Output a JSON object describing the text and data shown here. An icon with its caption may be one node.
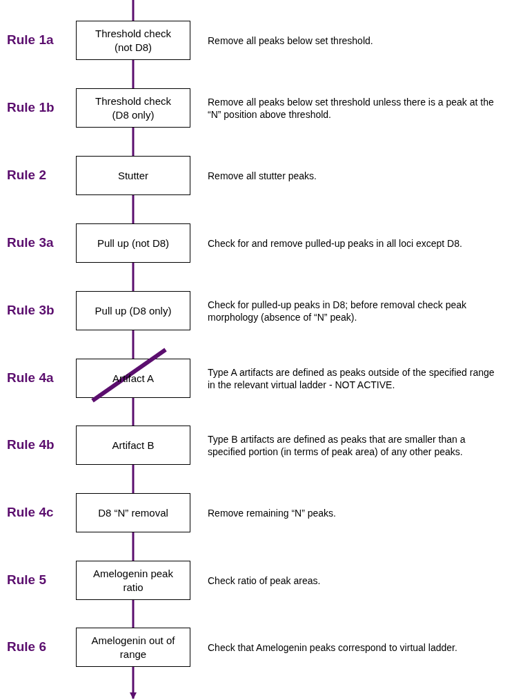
{
  "diagram": {
    "nodes": [
      {
        "text": [
          "Threshold check (not D8)"
        ],
        "beside": [
          "Rule 1a",
          "Remove all peaks below set threshold."
        ]
      },
      {
        "text": [
          "Threshold check (D8 only)"
        ],
        "beside": [
          "Rule 1b",
          "Remove all peaks below set threshold unless there is a peak at the “N” position above threshold."
        ]
      },
      {
        "text": [
          "Stutter"
        ],
        "beside": [
          "Rule 2",
          "Remove all stutter peaks."
        ]
      },
      {
        "text": [
          "Pull up (not D8)"
        ],
        "beside": [
          "Rule 3a",
          "Check for and remove pulled-up peaks in all loci except D8."
        ]
      },
      {
        "text": [
          "Pull up (D8 only)"
        ],
        "beside": [
          "Rule 3b",
          "Check for pulled-up peaks in D8; before removal check peak morphology (absence of “N” peak)."
        ]
      },
      {
        "text": [
          "Artifact A"
        ],
        "beside": [
          "Rule 4a",
          "Type A artifacts are defined as peaks outside of the specified range in the relevant virtual ladder - NOT ACTIVE."
        ]
      },
      {
        "text": [
          "Artifact B"
        ],
        "beside": [
          "Rule 4b",
          "Type B artifacts are defined as peaks that are smaller than a specified portion (in terms of peak area) of any other peaks."
        ]
      },
      {
        "text": [
          "D8 “N” removal"
        ],
        "beside": [
          "Rule 4c",
          "Remove remaining “N” peaks."
        ]
      },
      {
        "text": [
          "Amelogenin peak ratio"
        ],
        "beside": [
          "Rule 5",
          "Check ratio of peak areas."
        ]
      },
      {
        "text": [
          "Amelogenin out of range"
        ],
        "beside": [
          "Rule 6",
          "Check that Amelogenin peaks correspond to virtual ladder."
        ]
      }
    ],
    "edges": [
      {
        "from": null,
        "to": 0,
        "arrow": "none"
      },
      {
        "from": 0,
        "to": 1,
        "arrow": "none"
      },
      {
        "from": 1,
        "to": 2,
        "arrow": "none"
      },
      {
        "from": 2,
        "to": 3,
        "arrow": "none"
      },
      {
        "from": 3,
        "to": 4,
        "arrow": "none"
      },
      {
        "from": 4,
        "to": 5,
        "arrow": "none"
      },
      {
        "from": 5,
        "to": 6,
        "arrow": "none"
      },
      {
        "from": 6,
        "to": 7,
        "arrow": "none"
      },
      {
        "from": 7,
        "to": 8,
        "arrow": "none"
      },
      {
        "from": 8,
        "to": 9,
        "arrow": "none"
      },
      {
        "from": 9,
        "to": null,
        "arrow": "to"
      }
    ]
  }
}
